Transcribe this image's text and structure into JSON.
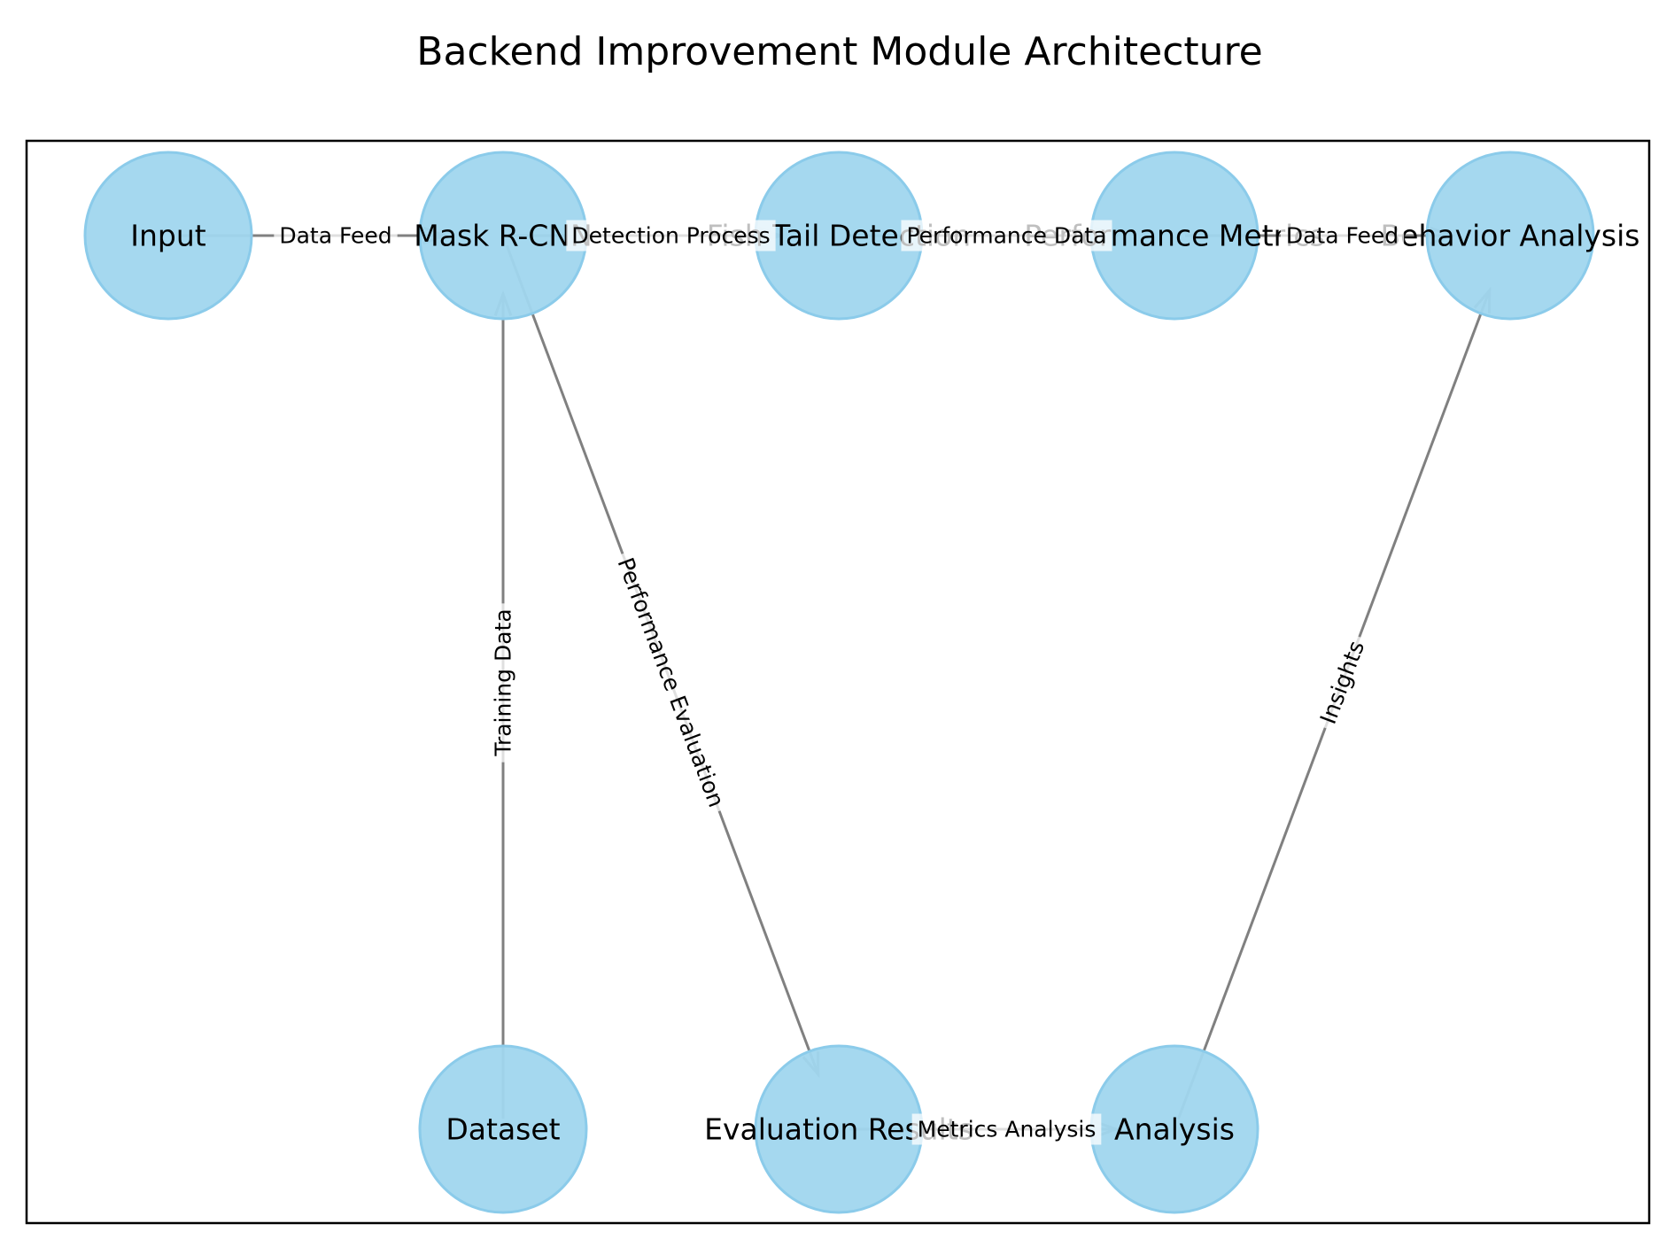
{
  "title": "Backend Improvement Module Architecture",
  "colors": {
    "node_fill": "#a0d6ee",
    "node_stroke": "#8bcbea",
    "edge": "#808080",
    "frame": "#000000"
  },
  "nodes": [
    {
      "id": "input",
      "label": "Input"
    },
    {
      "id": "mask_rcnn",
      "label": "Mask R-CNN"
    },
    {
      "id": "fish_tail",
      "label": "Fish Tail Detection"
    },
    {
      "id": "perf_metrics",
      "label": "Performance Metrics"
    },
    {
      "id": "behavior",
      "label": "Behavior Analysis"
    },
    {
      "id": "dataset",
      "label": "Dataset"
    },
    {
      "id": "eval_results",
      "label": "Evaluation Results"
    },
    {
      "id": "analysis",
      "label": "Analysis"
    }
  ],
  "edges": [
    {
      "from": "input",
      "to": "mask_rcnn",
      "label": "Data Feed"
    },
    {
      "from": "mask_rcnn",
      "to": "fish_tail",
      "label": "Detection Process"
    },
    {
      "from": "fish_tail",
      "to": "perf_metrics",
      "label": "Performance Data"
    },
    {
      "from": "perf_metrics",
      "to": "behavior",
      "label": "Data Feed"
    },
    {
      "from": "dataset",
      "to": "mask_rcnn",
      "label": "Training Data"
    },
    {
      "from": "mask_rcnn",
      "to": "eval_results",
      "label": "Performance Evaluation"
    },
    {
      "from": "eval_results",
      "to": "analysis",
      "label": "Metrics Analysis"
    },
    {
      "from": "analysis",
      "to": "behavior",
      "label": "Insights"
    }
  ]
}
